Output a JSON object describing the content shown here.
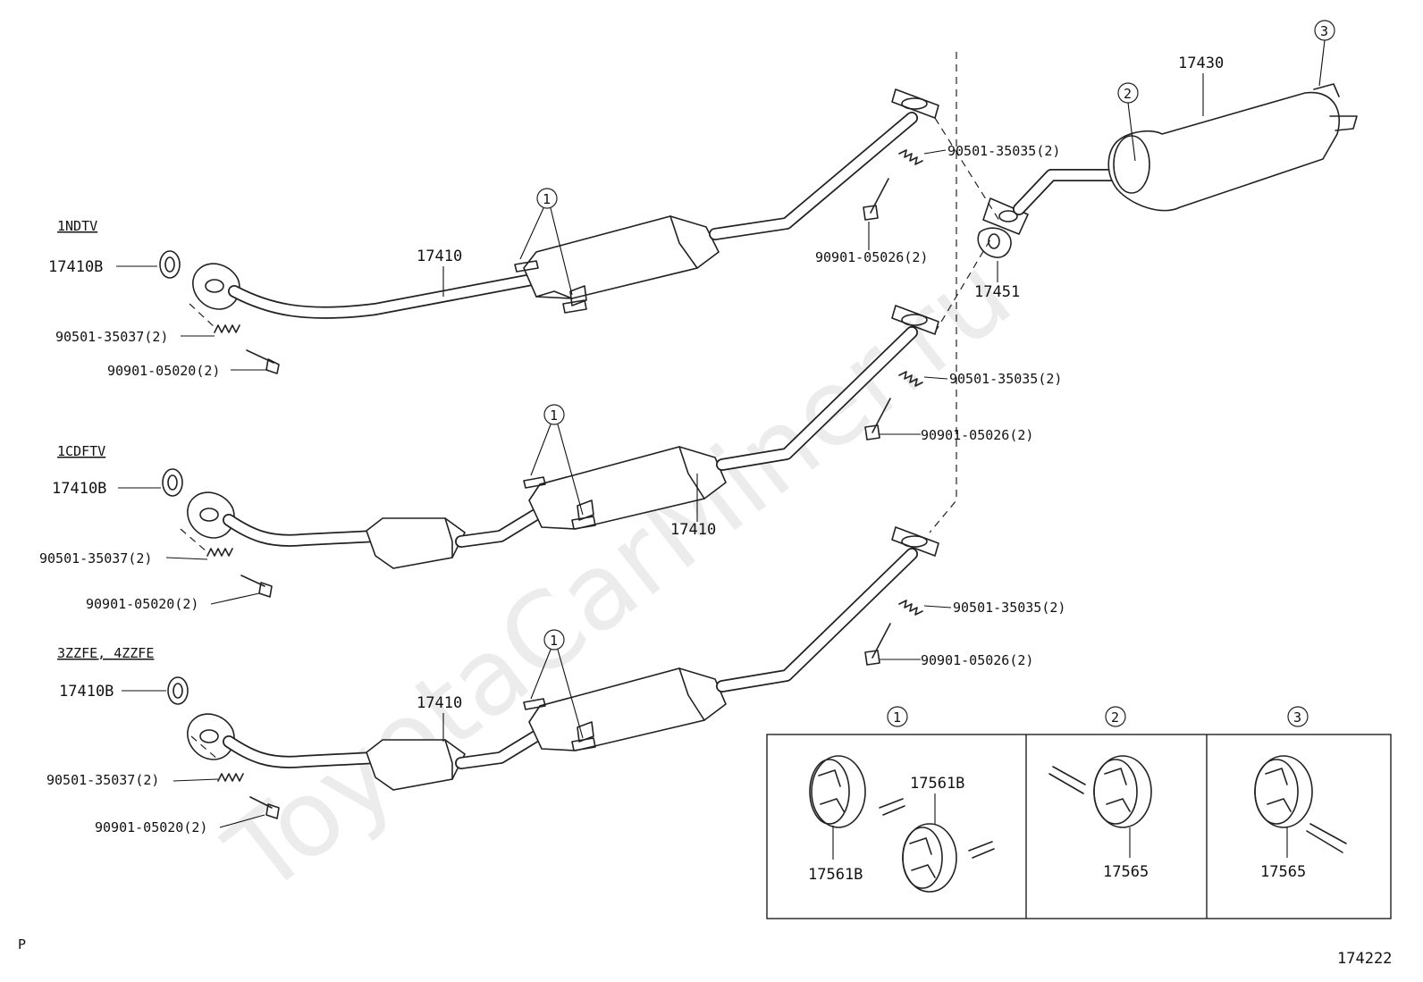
{
  "diagram_number": "174222",
  "corner_mark": "P",
  "watermark": "ToyotaCarMiner.ru",
  "callouts": {
    "c1": "1",
    "c2": "2",
    "c3": "3"
  },
  "engines": [
    {
      "code": "1NDTV",
      "parts": {
        "gasket": "17410B",
        "front_pipe": "17410",
        "spring_front": "90501-35037(2)",
        "bolt_front": "90901-05020(2)",
        "spring_rear": "90501-35035(2)",
        "bolt_rear": "90901-05026(2)"
      }
    },
    {
      "code": "1CDFTV",
      "parts": {
        "gasket": "17410B",
        "front_pipe": "17410",
        "spring_front": "90501-35037(2)",
        "bolt_front": "90901-05020(2)",
        "spring_rear": "90501-35035(2)",
        "bolt_rear": "90901-05026(2)"
      }
    },
    {
      "code": "3ZZFE, 4ZZFE",
      "parts": {
        "gasket": "17410B",
        "front_pipe": "17410",
        "spring_front": "90501-35037(2)",
        "bolt_front": "90901-05020(2)",
        "spring_rear": "90501-35035(2)",
        "bolt_rear": "90901-05026(2)"
      }
    }
  ],
  "tail": {
    "muffler": "17430",
    "gasket": "17451"
  },
  "hangers": {
    "h1": {
      "callout": "1",
      "parts": [
        "17561B",
        "17561B"
      ]
    },
    "h2": {
      "callout": "2",
      "parts": [
        "17565"
      ]
    },
    "h3": {
      "callout": "3",
      "parts": [
        "17565"
      ]
    }
  }
}
